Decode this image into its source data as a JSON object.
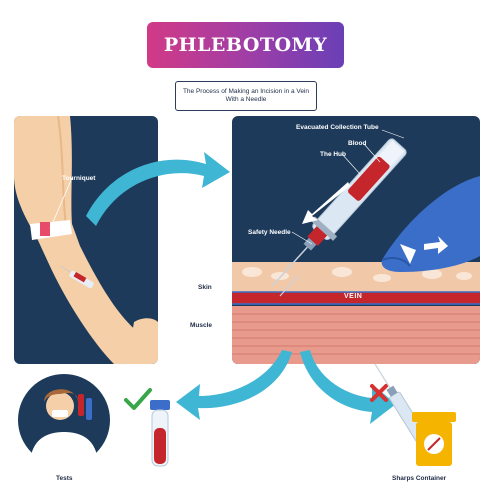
{
  "title": "PHLEBOTOMY",
  "subtitle": "The Process of Making an Incision in a Vein With a Needle",
  "labels": {
    "tourniquet": "Tourniquet",
    "evacuated_tube": "Evacuated Collection Tube",
    "blood": "Blood",
    "hub": "The Hub",
    "safety_needle": "Safety Needle",
    "skin": "Skin",
    "muscle": "Muscle",
    "vein": "VEIN",
    "tests": "Tests",
    "sharps": "Sharps Container"
  },
  "colors": {
    "panel": "#1d3a5a",
    "arrow": "#3fb6d3",
    "banner_start": "#d23a86",
    "banner_end": "#6a3fb6",
    "blood": "#c5262c",
    "check": "#3aa64a",
    "cross": "#d9312f",
    "glove": "#3a6ec9",
    "sharps_yellow": "#f4b400"
  },
  "icons": [
    "check-icon",
    "cross-icon",
    "syringe-icon",
    "test-tube-icon",
    "doctor-icon",
    "sharps-container-icon"
  ]
}
